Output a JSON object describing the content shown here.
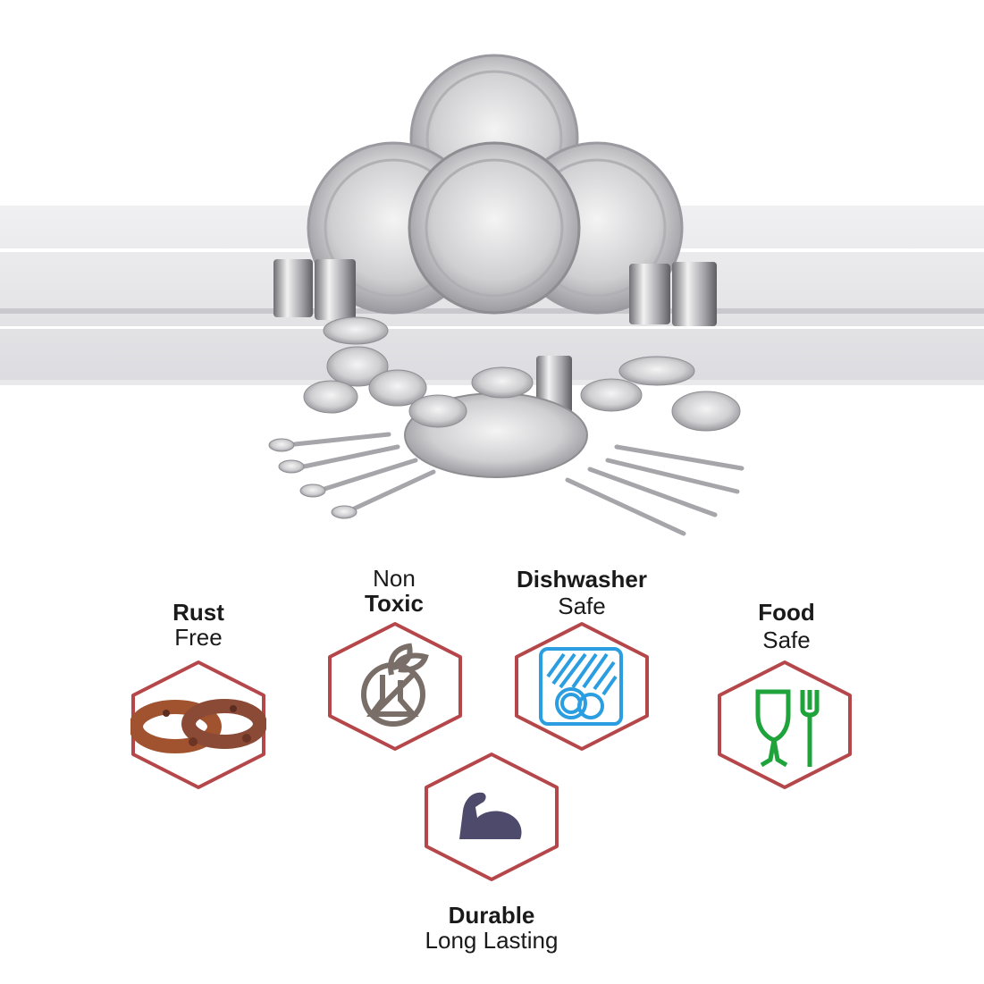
{
  "product": {
    "name": "stainless-steel-dinner-set"
  },
  "features": [
    {
      "id": "rust-free",
      "bold": "Rust",
      "regular": "Free",
      "icon": "rusty-chain-icon"
    },
    {
      "id": "non-toxic",
      "regular": "Non",
      "bold": "Toxic",
      "icon": "no-chemicals-leaf-icon",
      "icon_color": "#7a6e68"
    },
    {
      "id": "dishwasher-safe",
      "bold": "Dishwasher",
      "regular": "Safe",
      "icon": "dishwasher-icon",
      "icon_color": "#2a9ee0"
    },
    {
      "id": "food-safe",
      "bold": "Food",
      "regular": "Safe",
      "icon": "glass-fork-icon",
      "icon_color": "#1fa33b"
    },
    {
      "id": "durable",
      "bold": "Durable",
      "regular": "Long Lasting",
      "icon": "flexed-arm-icon",
      "icon_color": "#4e4a6b"
    }
  ],
  "colors": {
    "hex_border": "#b5474b",
    "shelf": "#e4e4e6"
  }
}
